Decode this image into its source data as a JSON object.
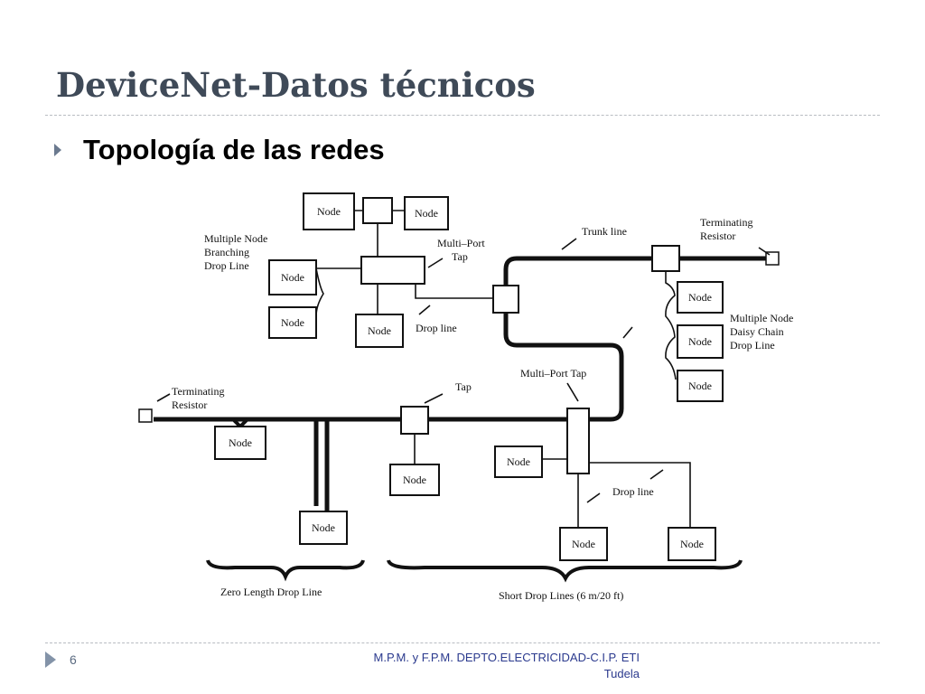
{
  "slide": {
    "title": "DeviceNet-Datos técnicos",
    "bullet": "Topología de las redes",
    "page_number": "6",
    "footer_line1": "M.P.M. y F.P.M. DEPTO.ELECTRICIDAD-C.I.P. ETI",
    "footer_line2": "Tudela"
  },
  "diagram": {
    "node_label": "Node",
    "labels": {
      "trunk_line": "Trunk line",
      "terminating_resistor_right_1": "Terminating",
      "terminating_resistor_right_2": "Resistor",
      "multiport_tap_top_1": "Multi–Port",
      "multiport_tap_top_2": "Tap",
      "multi_branching_1": "Multiple  Node",
      "multi_branching_2": "Branching",
      "multi_branching_3": "Drop Line",
      "drop_line_top": "Drop  line",
      "daisy_chain_1": "Multiple  Node",
      "daisy_chain_2": "Daisy Chain",
      "daisy_chain_3": "Drop Line",
      "terminating_resistor_left_1": "Terminating",
      "terminating_resistor_left_2": "Resistor",
      "tap": "Tap",
      "multiport_tap_center": "Multi–Port Tap",
      "drop_line_bottom": "Drop  line",
      "zero_length_drop_line": "Zero Length Drop Line",
      "short_drop_lines": "Short Drop Lines (6 m/20 ft)"
    }
  }
}
